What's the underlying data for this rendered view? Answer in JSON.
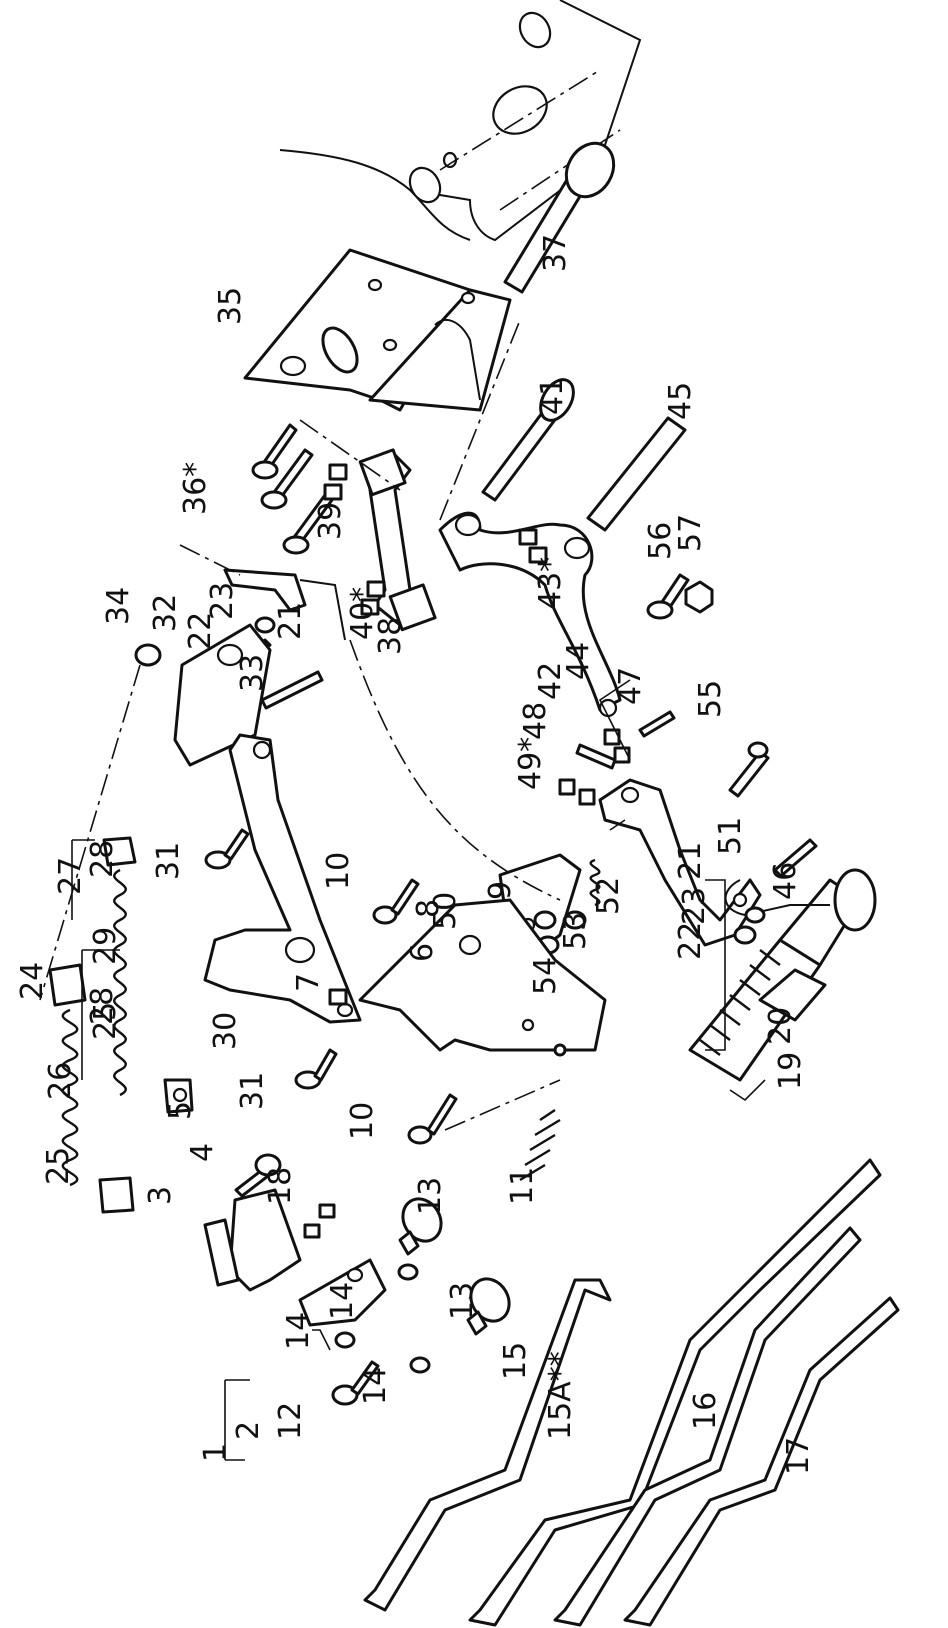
{
  "diagram": {
    "kind": "exploded parts view",
    "callouts": [
      "1",
      "2",
      "3",
      "4",
      "5",
      "6",
      "7",
      "8",
      "9",
      "10",
      "11",
      "12",
      "13",
      "14",
      "15",
      "15A**",
      "16",
      "17",
      "18",
      "19",
      "20",
      "21",
      "22",
      "23",
      "24",
      "25",
      "26",
      "27",
      "28",
      "29",
      "30",
      "31",
      "32",
      "33",
      "34",
      "35",
      "36*",
      "37",
      "38",
      "39",
      "40*",
      "41",
      "42",
      "43*",
      "44",
      "45",
      "46",
      "47",
      "48",
      "49*",
      "50",
      "51",
      "52",
      "53",
      "54",
      "55",
      "56",
      "57"
    ]
  }
}
